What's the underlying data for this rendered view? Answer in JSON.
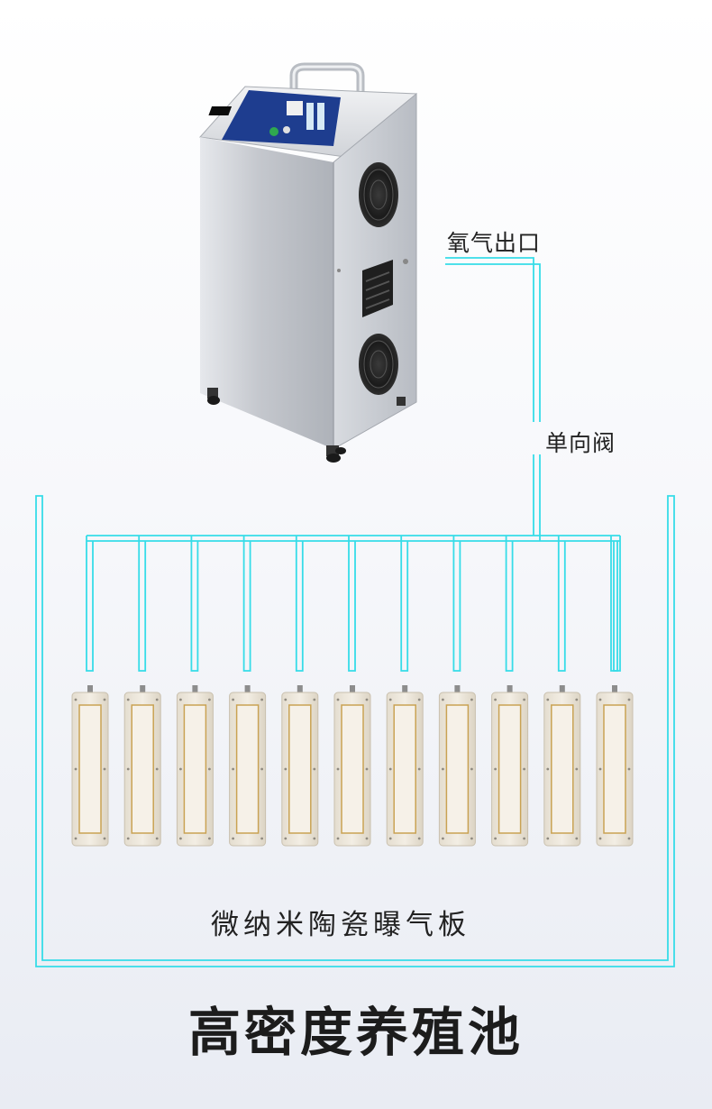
{
  "labels": {
    "oxygen_outlet": "氧气出口",
    "check_valve": "单向阀",
    "aerator": "微纳米陶瓷曝气板",
    "tank": "高密度养殖池"
  },
  "device": {
    "icon": "oxygen-generator-icon",
    "panel_color": "#1e3d8f",
    "body_color": "#c9ccd1"
  },
  "aerator": {
    "count": 11,
    "color": "#ece6da"
  },
  "pipe": {
    "color": "#36dce8"
  }
}
